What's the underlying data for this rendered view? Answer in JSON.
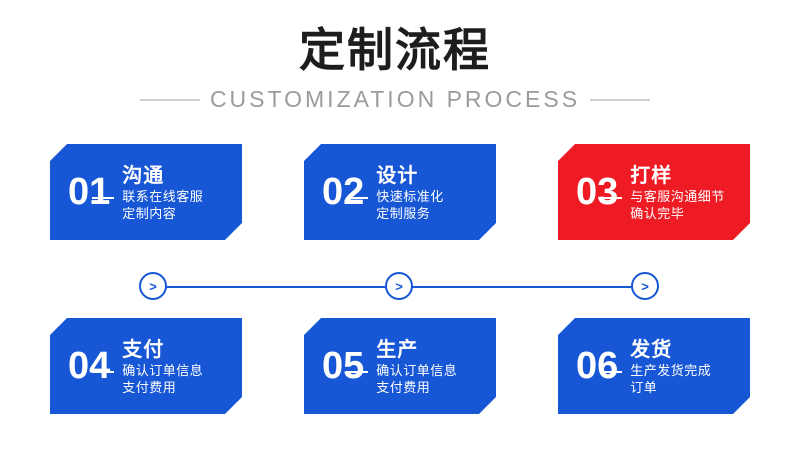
{
  "header": {
    "title_cn": "定制流程",
    "title_en": "CUSTOMIZATION PROCESS"
  },
  "colors": {
    "blue": "#1757d6",
    "red": "#ee1b24",
    "title": "#1d1d1d",
    "subtitle": "#9b9b9b",
    "background": "#ffffff"
  },
  "connector": {
    "nodes": [
      ">",
      ">",
      ">"
    ]
  },
  "steps": [
    {
      "number": "01",
      "heading": "沟通",
      "line1": "联系在线客服",
      "line2": "定制内容",
      "color": "blue"
    },
    {
      "number": "02",
      "heading": "设计",
      "line1": "快速标准化",
      "line2": "定制服务",
      "color": "blue"
    },
    {
      "number": "03",
      "heading": "打样",
      "line1": "与客服沟通细节",
      "line2": "确认完毕",
      "color": "red"
    },
    {
      "number": "04",
      "heading": "支付",
      "line1": "确认订单信息",
      "line2": "支付费用",
      "color": "blue"
    },
    {
      "number": "05",
      "heading": "生产",
      "line1": "确认订单信息",
      "line2": "支付费用",
      "color": "blue"
    },
    {
      "number": "06",
      "heading": "发货",
      "line1": "生产发货完成",
      "line2": "订单",
      "color": "blue"
    }
  ]
}
